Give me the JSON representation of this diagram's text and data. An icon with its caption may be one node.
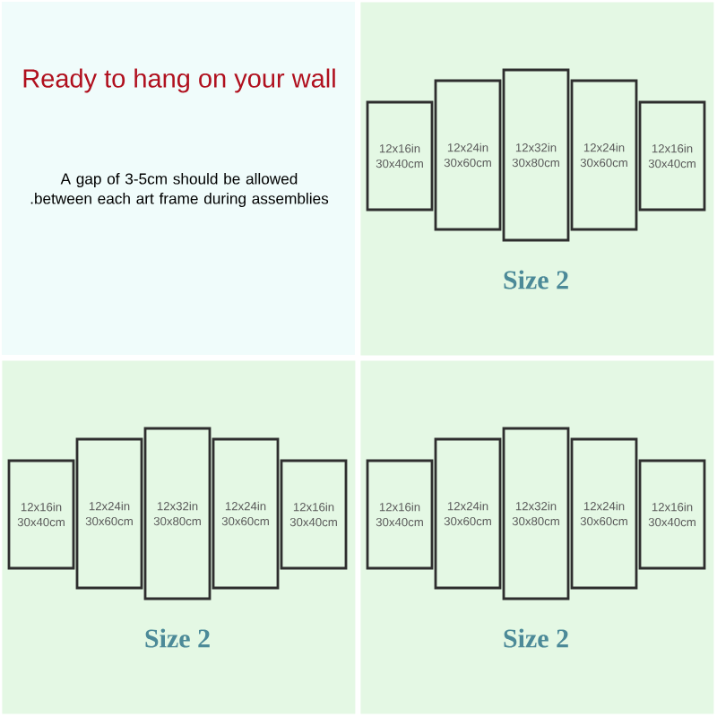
{
  "diagram": {
    "title": "Ready to hang on your wall",
    "nodes": [
      {
        "text": [
          "Size 2"
        ]
      },
      {
        "text": [
          "12x16in 30x40cm"
        ],
        "in": 0
      },
      {
        "text": [
          "12x24in 30x60cm"
        ],
        "in": 0
      },
      {
        "text": [
          "12x32in 30x80cm"
        ],
        "in": 0
      },
      {
        "text": [
          "12x24in 30x60cm"
        ],
        "in": 0
      },
      {
        "text": [
          "12x16in 30x40cm"
        ],
        "in": 0
      },
      {
        "text": [
          "Size 2"
        ]
      },
      {
        "text": [
          "12x16in 30x40cm"
        ],
        "in": 6
      },
      {
        "text": [
          "12x24in 30x60cm"
        ],
        "in": 6
      },
      {
        "text": [
          "12x32in 30x80cm"
        ],
        "in": 6
      },
      {
        "text": [
          "12x24in 30x60cm"
        ],
        "in": 6
      },
      {
        "text": [
          "12x16in 30x40cm"
        ],
        "in": 6
      },
      {
        "text": [
          "Size 2"
        ]
      },
      {
        "text": [
          "12x16in 30x40cm"
        ],
        "in": 12
      },
      {
        "text": [
          "12x24in 30x60cm"
        ],
        "in": 12
      },
      {
        "text": [
          "12x32in 30x80cm"
        ],
        "in": 12
      },
      {
        "text": [
          "12x24in 30x60cm"
        ],
        "in": 12
      },
      {
        "text": [
          "12x16in 30x40cm"
        ],
        "in": 12
      }
    ],
    "labels": [
      "A gap of 3-5cm should be allowed .between each art frame during assemblies"
    ]
  }
}
